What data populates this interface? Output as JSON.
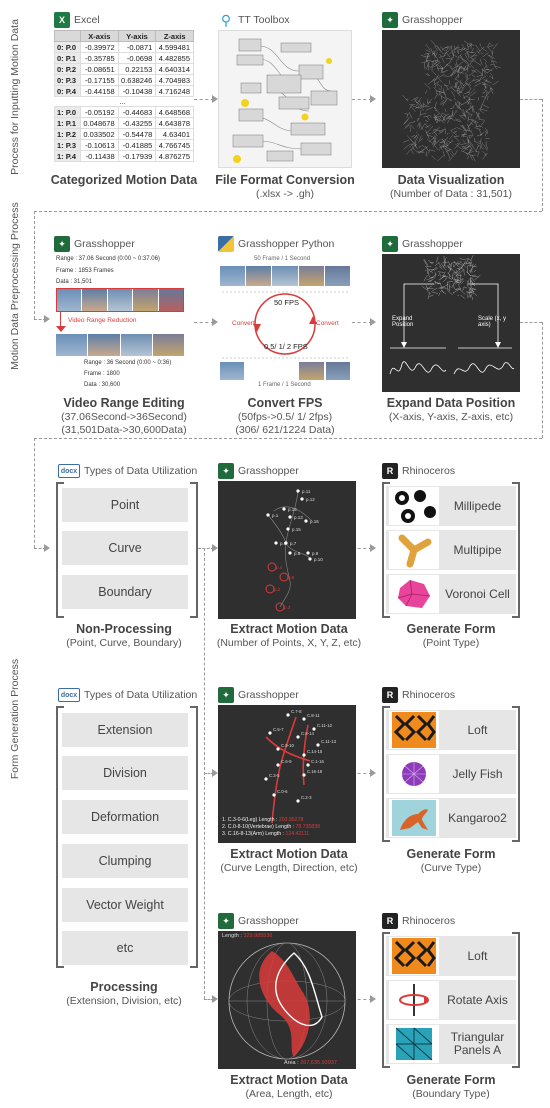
{
  "sections": {
    "input": "Process for Inputting Motion Data",
    "preprocess": "Motion Data Preprocessing Process",
    "form": "Form Generation Process"
  },
  "row1": {
    "excel": {
      "app": "Excel",
      "columns": [
        "",
        "X-axis",
        "Y-axis",
        "Z-axis"
      ],
      "rows_a": [
        [
          "0: P.0",
          "-0.39972",
          "-0.0871",
          "4.599481"
        ],
        [
          "0: P.1",
          "-0.35785",
          "-0.0698",
          "4.482855"
        ],
        [
          "0: P.2",
          "-0.08651",
          "0.22153",
          "4.640314"
        ],
        [
          "0: P.3",
          "-0.17155",
          "0.638246",
          "4.704983"
        ],
        [
          "0: P.4",
          "-0.44158",
          "-0.10438",
          "4.716248"
        ]
      ],
      "rows_b": [
        [
          "1: P.0",
          "-0.05192",
          "-0.44683",
          "4.648568"
        ],
        [
          "1: P.1",
          "0.048678",
          "-0.43255",
          "4.643878"
        ],
        [
          "1: P.2",
          "0.033502",
          "-0.54478",
          "4.63401"
        ],
        [
          "1: P.3",
          "-0.10613",
          "-0.41885",
          "4.766745"
        ],
        [
          "1: P.4",
          "-0.11438",
          "-0.17939",
          "4.876275"
        ]
      ],
      "ellipsis": "...",
      "title": "Categorized Motion Data"
    },
    "tt": {
      "app": "TT Toolbox",
      "title": "File Format Conversion",
      "sub": "(.xlsx -> .gh)"
    },
    "viz": {
      "app": "Grasshopper",
      "title": "Data Visualization",
      "sub": "(Number of Data : 31,501)"
    }
  },
  "row2": {
    "video": {
      "app": "Grasshopper",
      "range_top": "Range : 37.06 Second (0:00 ~ 0:37.06)",
      "frames_top": "Frame : 1853 Frames",
      "data_top": "Data : 31,501",
      "reduction": "Video Range Reduction",
      "range_bottom": "Range : 36 Second (0:00 ~ 0:36)",
      "frames_bottom": "Frame : 1800",
      "data_bottom": "Data : 30,600",
      "title": "Video Range Editing",
      "sub1": "(37.06Second->36Second)",
      "sub2": "(31,501Data->30,600Data)"
    },
    "fps": {
      "app": "Grasshopper Python",
      "top_label": "50 Frame / 1 Second",
      "fps50": "50 FPS",
      "convert_left": "Convert",
      "convert_right": "Convert",
      "fps_low": "0.5/ 1/ 2 FPS",
      "bottom_label": "1 Frame / 1 Second",
      "title": "Convert FPS",
      "sub1": "(50fps->0.5/ 1/ 2fps)",
      "sub2": "(306/ 621/1224 Data)"
    },
    "expand": {
      "app": "Grasshopper",
      "left_label": "Expand Position",
      "right_label": "Scale (x, y axis)",
      "title": "Expand Data Position",
      "sub": "(X-axis, Y-axis, Z-axis, etc)"
    }
  },
  "row3": {
    "types_app": "Types of Data Utilization",
    "docx": "docx",
    "items": [
      "Point",
      "Curve",
      "Boundary"
    ],
    "title": "Non-Processing",
    "sub": "(Point, Curve, Boundary)",
    "extract": {
      "app": "Grasshopper",
      "title": "Extract Motion Data",
      "sub": "(Number of Points, X, Y, Z, etc)",
      "points": [
        "p.11",
        "p.12",
        "p.14",
        "p.13",
        "p.15",
        "p.16",
        "p.1",
        "p.6",
        "p.7",
        "p.8",
        "p.9",
        "p.10",
        "p.4",
        "p.5",
        "p.2",
        "p.3"
      ]
    },
    "generate": {
      "app": "Rhinoceros",
      "items": [
        "Millipede",
        "Multipipe",
        "Voronoi Cell"
      ],
      "title": "Generate Form",
      "sub": "(Point Type)"
    }
  },
  "row4": {
    "types_app": "Types of Data Utilization",
    "docx": "docx",
    "items": [
      "Extension",
      "Division",
      "Deformation",
      "Clumping",
      "Vector Weight",
      "etc"
    ],
    "title": "Processing",
    "sub": "(Extension, Division, etc)",
    "extract": {
      "app": "Grasshopper",
      "title": "Extract Motion Data",
      "sub": "(Curve Length, Direction, etc)",
      "points": [
        "C.7-8",
        "C.8-11",
        "C.11-12",
        "C.5-7",
        "C.8-14",
        "C.11-13",
        "C.9-10",
        "C.14-15",
        "C.1-16",
        "C.6-9",
        "C.16-18",
        "C.3-5",
        "C.0-6",
        "C.2-3"
      ],
      "legend": [
        "1. C.3-0-6(Leg) Length : ",
        "2. C.0-8-10(Vertebrae) Length : ",
        "3. C.16-8-13(Arm) Length : "
      ],
      "legend_values": [
        "203.95278",
        "78.735838",
        "124.42111"
      ]
    },
    "generate": {
      "app": "Rhinoceros",
      "items": [
        "Loft",
        "Jelly Fish",
        "Kangaroo2"
      ],
      "title": "Generate Form",
      "sub": "(Curve Type)"
    }
  },
  "row5": {
    "extract": {
      "app": "Grasshopper",
      "length_label": "Length : ",
      "length_value": "329.985536",
      "area_label": "Area : ",
      "area_value": "267,635.93937",
      "title": "Extract Motion Data",
      "sub": "(Area, Length, etc)"
    },
    "generate": {
      "app": "Rhinoceros",
      "items": [
        "Loft",
        "Rotate Axis",
        "Triangular Panels A"
      ],
      "title": "Generate Form",
      "sub": "(Boundary Type)"
    }
  },
  "colors": {
    "accent_red": "#d93b3b",
    "panel_dark": "#2f2f2f",
    "excel_green": "#1f7a43"
  }
}
